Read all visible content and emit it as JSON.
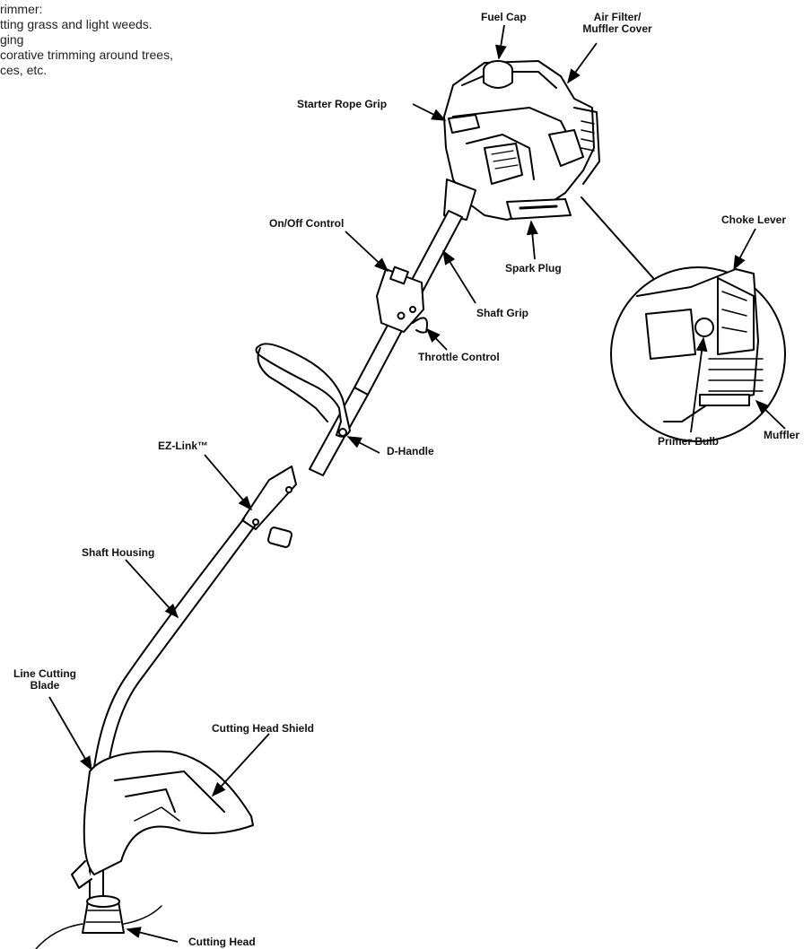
{
  "intro": {
    "lines": [
      "rimmer:",
      "tting grass and light weeds.",
      "ging",
      "corative trimming around trees,",
      "ces, etc."
    ]
  },
  "labels": {
    "fuel_cap": "Fuel Cap",
    "air_filter": "Air Filter/\nMuffler Cover",
    "starter_rope_grip": "Starter Rope Grip",
    "choke_lever": "Choke Lever",
    "on_off_control": "On/Off Control",
    "spark_plug": "Spark Plug",
    "shaft_grip": "Shaft Grip",
    "throttle_control": "Throttle Control",
    "primer_bulb": "Primer Bulb",
    "muffler": "Muffler",
    "d_handle": "D-Handle",
    "ez_link": "EZ-Link™",
    "shaft_housing": "Shaft Housing",
    "line_cutting_blade": "Line Cutting\nBlade",
    "cutting_head_shield": "Cutting Head Shield",
    "cutting_head": "Cutting Head"
  }
}
